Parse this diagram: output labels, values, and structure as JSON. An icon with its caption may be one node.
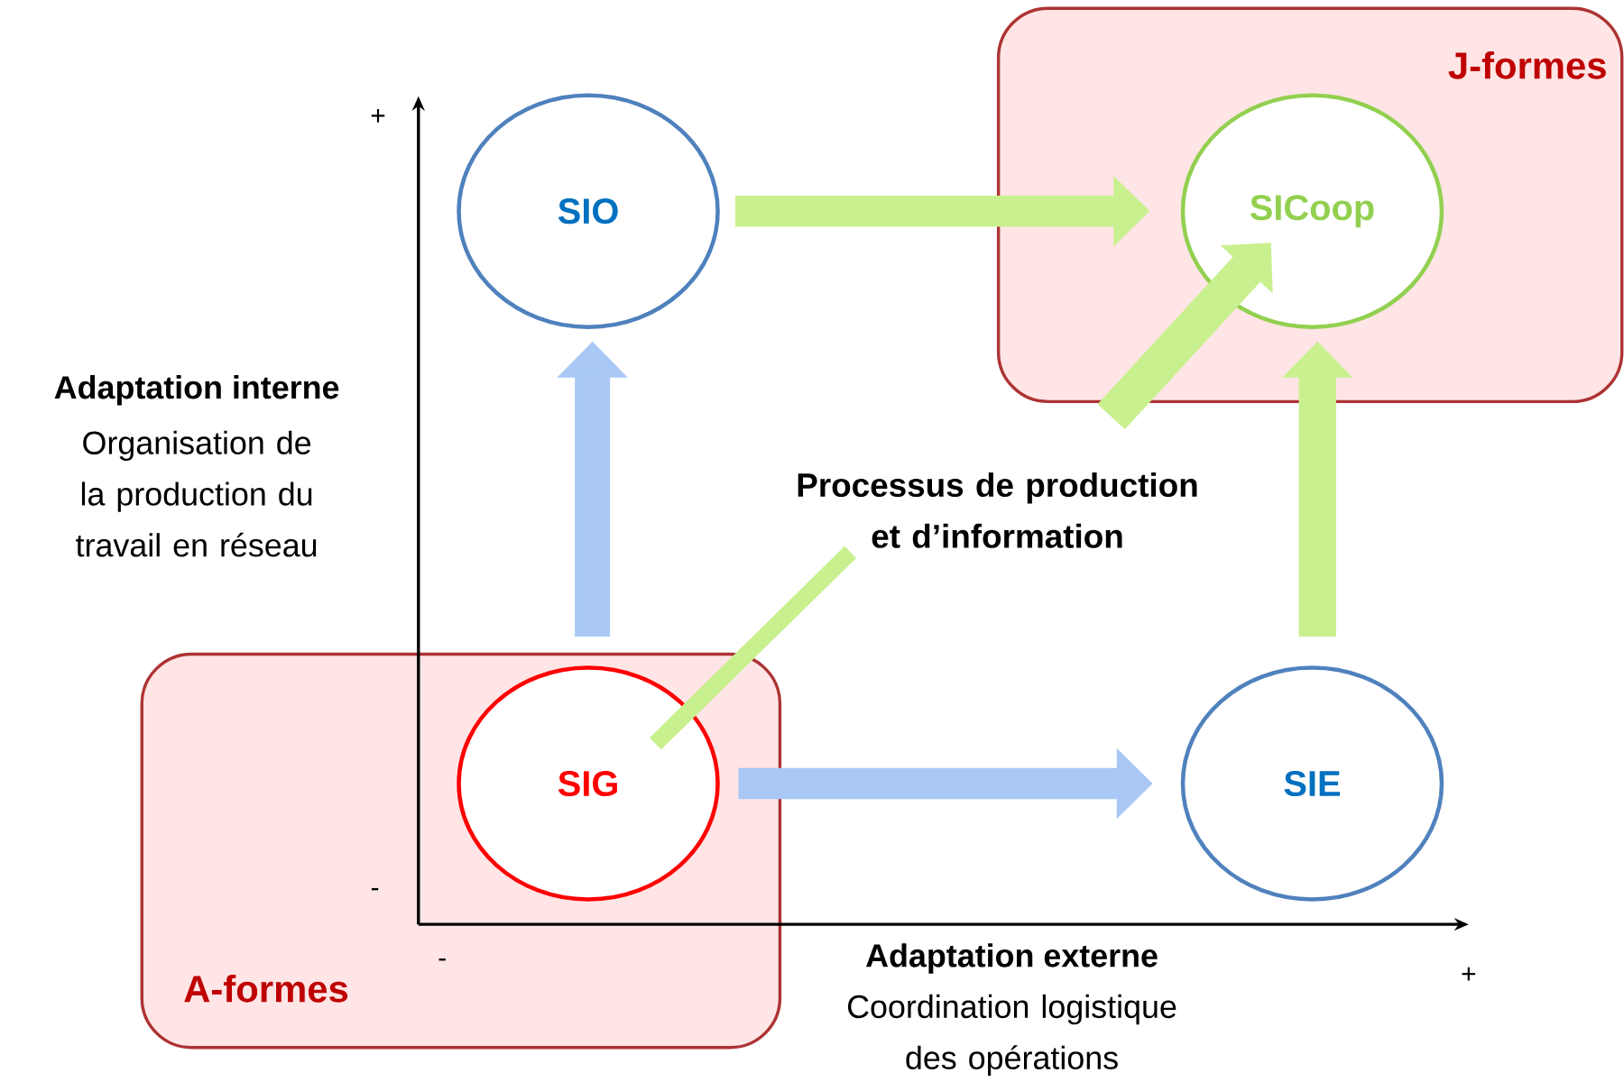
{
  "diagram": {
    "nodes": [
      {
        "text": [
          "J-formes"
        ]
      },
      {
        "text": [
          "SICoop"
        ],
        "in": 0
      },
      {
        "text": [
          "A-formes"
        ]
      },
      {
        "text": [
          "SIG"
        ],
        "in": 2
      },
      {
        "text": [
          "SIO"
        ]
      },
      {
        "text": [
          "SIE"
        ]
      },
      {
        "text": [
          "Processus de production et d’information"
        ]
      }
    ],
    "edges": [
      {
        "from": 4,
        "to": 1,
        "arrow": "to",
        "color": "#c9f08f"
      },
      {
        "from": 3,
        "to": 4,
        "arrow": "to",
        "color": "#a9c8f5"
      },
      {
        "from": 3,
        "to": 5,
        "arrow": "to",
        "color": "#a9c8f5"
      },
      {
        "from": 5,
        "to": 1,
        "arrow": "to",
        "color": "#c9f08f"
      },
      {
        "from": 6,
        "to": 1,
        "arrow": "to",
        "color": "#c9f08f"
      },
      {
        "from": 6,
        "to": 3,
        "arrow": "none",
        "color": "#c9f08f"
      }
    ],
    "labels": [
      "+",
      "Adaptation interne",
      "Organisation de la production du travail en réseau",
      "-",
      "-",
      "Adaptation externe",
      "+",
      "Coordination logistique des opérations"
    ]
  }
}
